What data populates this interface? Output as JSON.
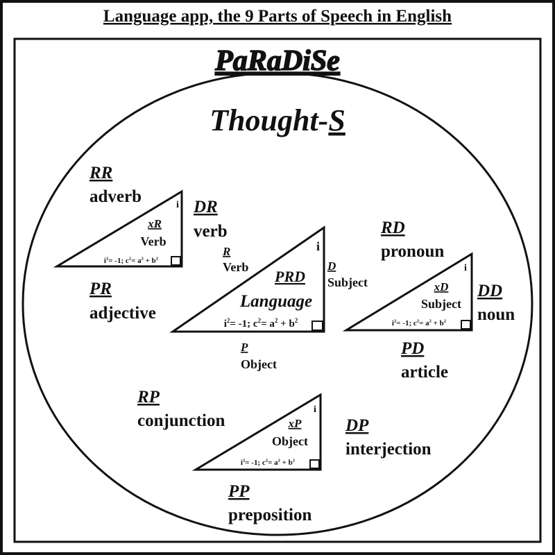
{
  "header": {
    "title": "Language app, the 9 Parts of Speech in English"
  },
  "brand": {
    "logo_text": "PaRaDiSe"
  },
  "main_title": {
    "prefix": "Thought-",
    "suffix": "S"
  },
  "formula": {
    "base": "i",
    "exp1": "2",
    "mid1": "= -1; c",
    "exp2": "2",
    "mid2": "= a",
    "exp3": "2",
    "mid3": " + b",
    "exp4": "2"
  },
  "side_marker": "i",
  "triangles": {
    "top_left": {
      "code": "xR",
      "name": "Verb"
    },
    "center": {
      "code": "PRD",
      "name": "Language"
    },
    "right": {
      "code": "xD",
      "name": "Subject"
    },
    "bottom": {
      "code": "xP",
      "name": "Object"
    }
  },
  "center_labels": {
    "r": {
      "code": "R",
      "name": "Verb"
    },
    "d": {
      "code": "D",
      "name": "Subject"
    },
    "p": {
      "code": "P",
      "name": "Object"
    }
  },
  "parts": {
    "rr": {
      "code": "RR",
      "name": "adverb"
    },
    "dr": {
      "code": "DR",
      "name": "verb"
    },
    "pr": {
      "code": "PR",
      "name": "adjective"
    },
    "rd": {
      "code": "RD",
      "name": "pronoun"
    },
    "dd": {
      "code": "DD",
      "name": "noun"
    },
    "pd": {
      "code": "PD",
      "name": "article"
    },
    "rp": {
      "code": "RP",
      "name": "conjunction"
    },
    "dp": {
      "code": "DP",
      "name": "interjection"
    },
    "pp": {
      "code": "PP",
      "name": "preposition"
    }
  },
  "colors": {
    "ink": "#111111",
    "background": "#ffffff"
  }
}
